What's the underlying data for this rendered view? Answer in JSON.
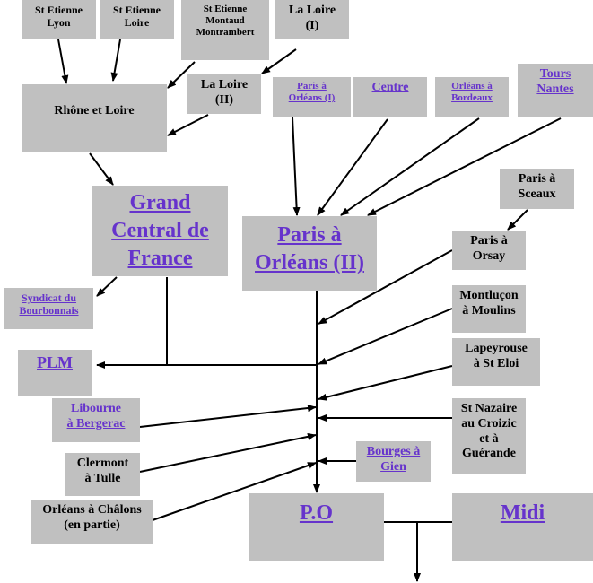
{
  "nodes": {
    "st_etienne_lyon": "St Etienne\nLyon",
    "st_etienne_loire": "St Etienne\nLoire",
    "st_etienne_montaud": "St Etienne\nMontaud\nMontrambert",
    "la_loire_1": "La Loire\n(I)",
    "rhone_et_loire": "Rhône et Loire",
    "la_loire_2": "La Loire\n(II)",
    "paris_orleans_1": "Paris à\nOrléans (I)",
    "centre": "Centre",
    "orleans_bordeaux": "Orléans à\nBordeaux",
    "tours_nantes": "Tours\nNantes",
    "grand_central": "Grand\nCentral de\nFrance",
    "paris_orleans_2": "Paris à\nOrléans (II)",
    "paris_sceaux": "Paris à\nSceaux",
    "paris_orsay": "Paris à\nOrsay",
    "syndicat_bourbonnais": "Syndicat du\nBourbonnais",
    "montlucon_moulins": "Montluçon\nà Moulins",
    "plm": "PLM",
    "lapeyrouse": "Lapeyrouse\nà St Eloi",
    "libourne_bergerac": "Libourne\nà Bergerac",
    "st_nazaire": "St Nazaire\nau Croizic\net à\nGuérande",
    "clermont_tulle": "Clermont\nà Tulle",
    "bourges_gien": "Bourges à\nGien",
    "orleans_chalons": "Orléans à Châlons\n(en partie)",
    "po": "P.O",
    "midi": "Midi"
  },
  "colors": {
    "box": "#c0c0c0",
    "link": "#6633cc"
  }
}
